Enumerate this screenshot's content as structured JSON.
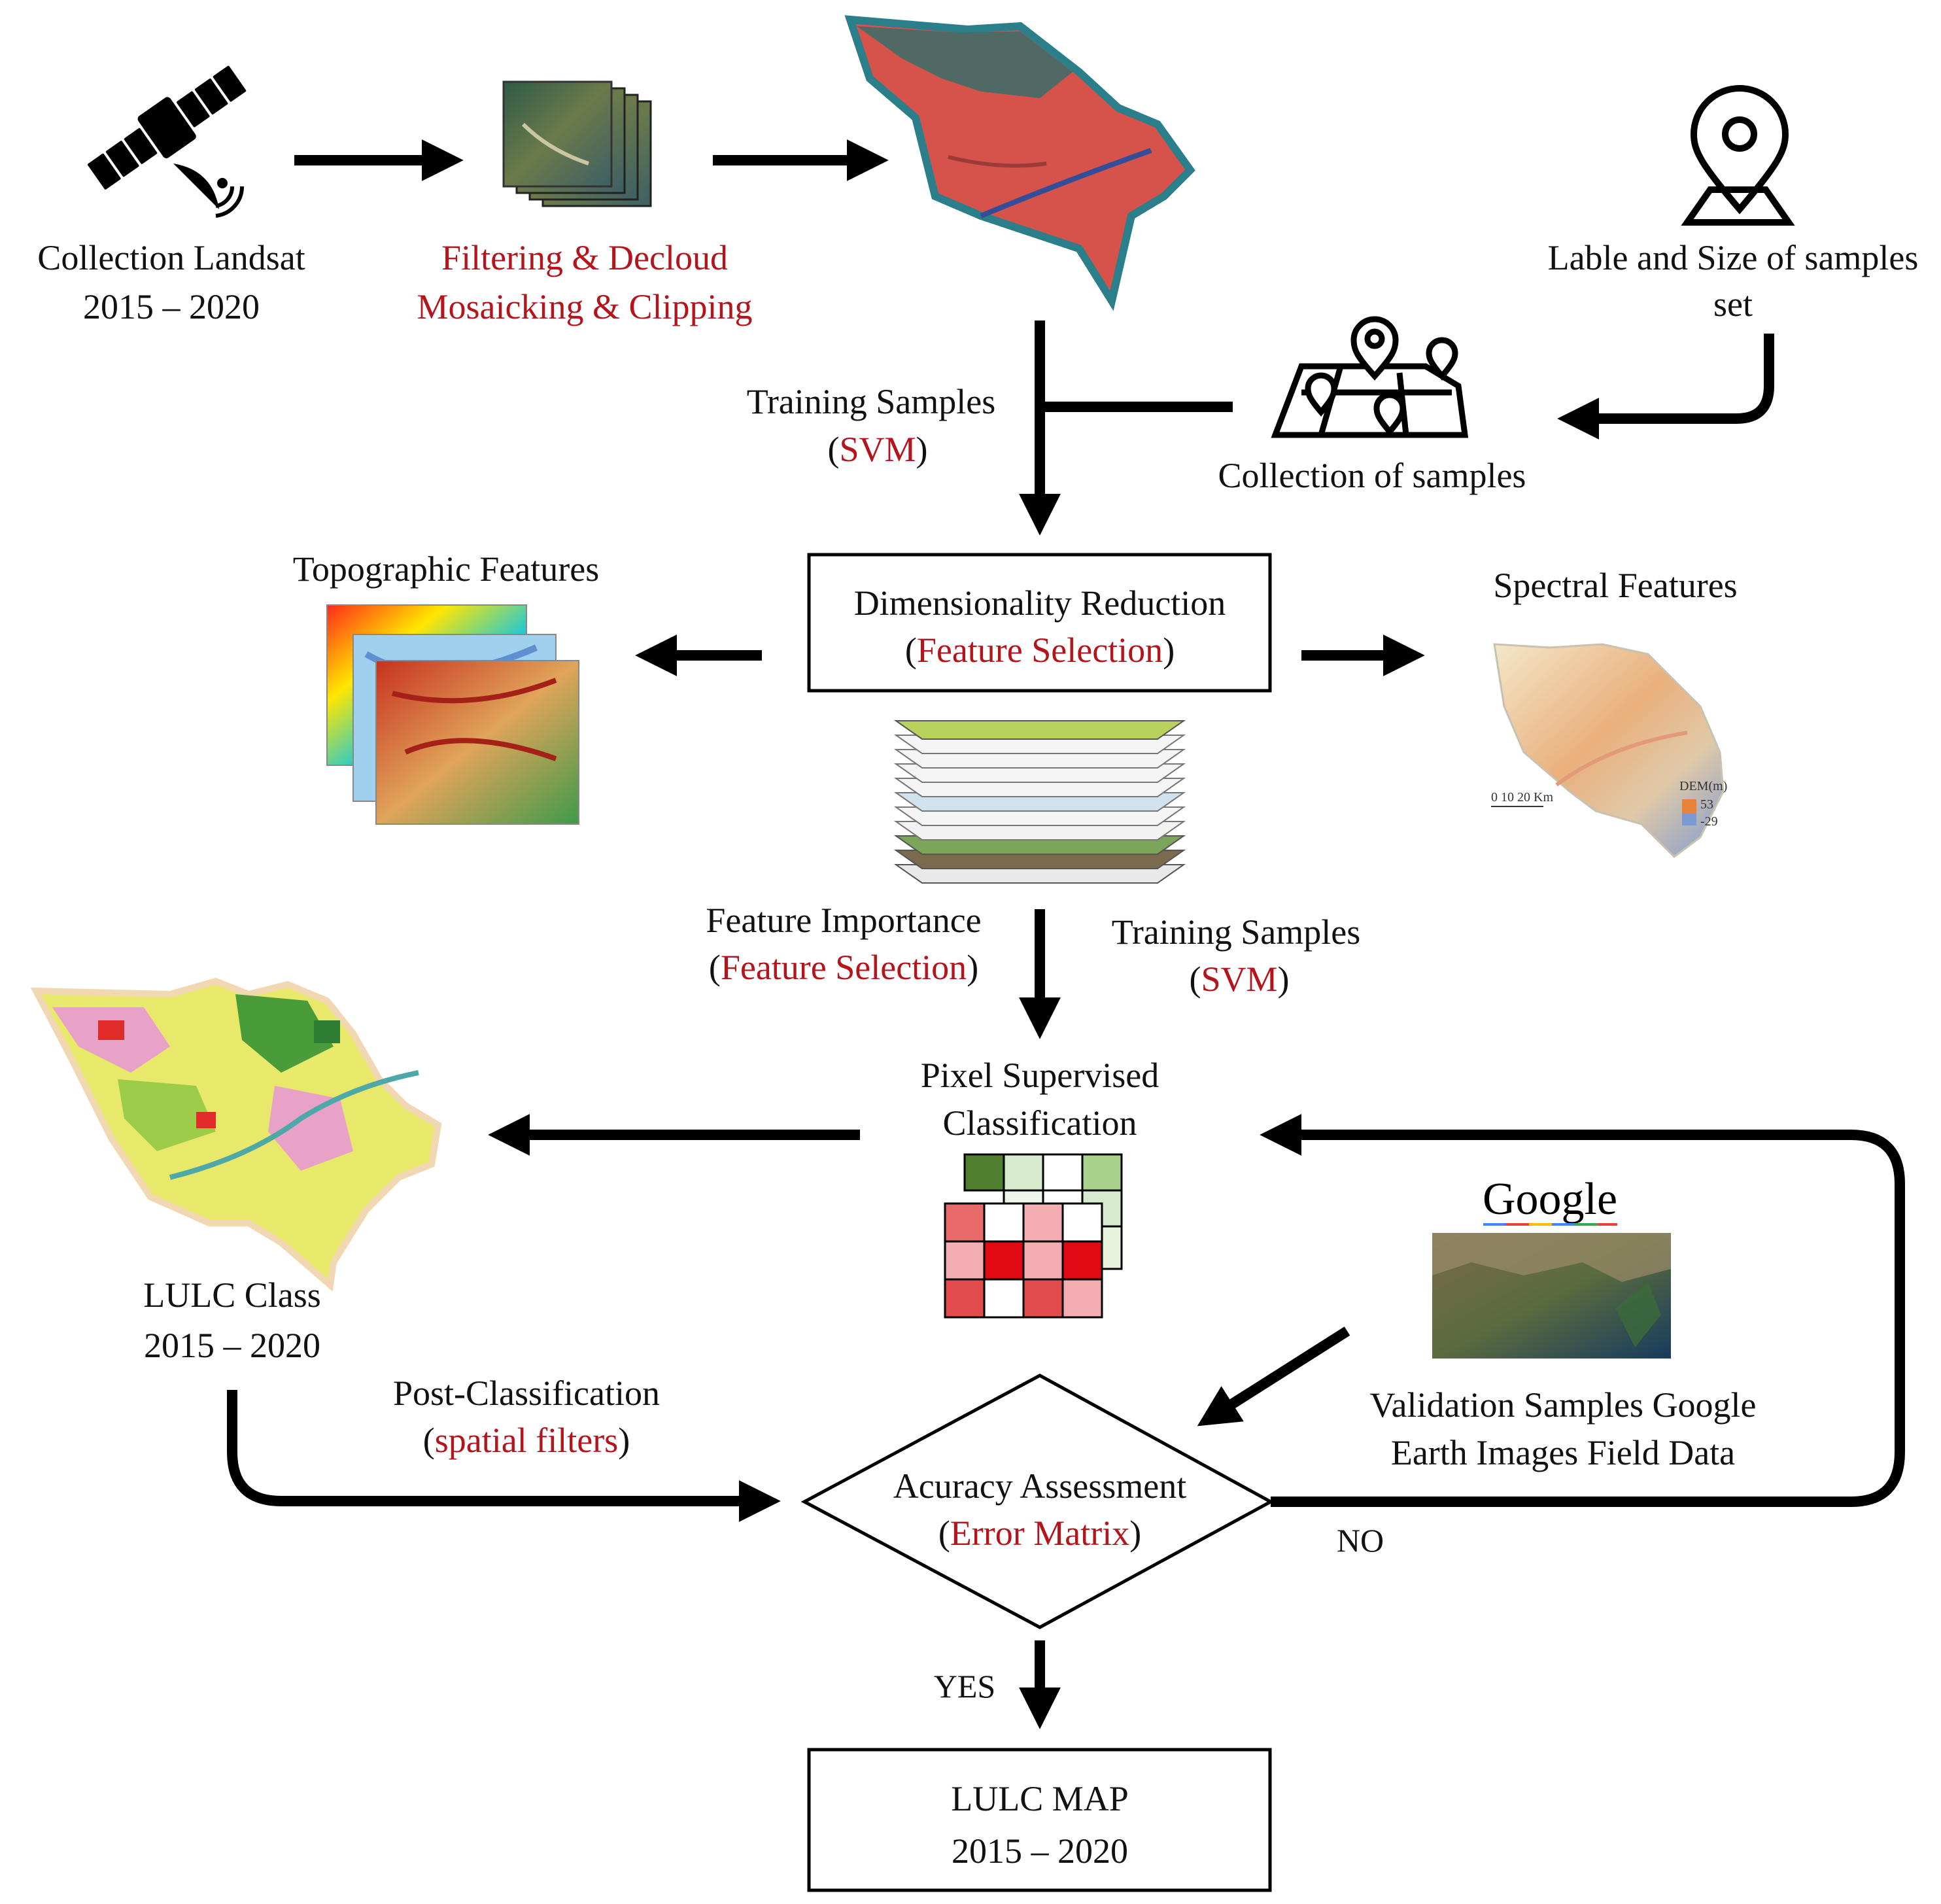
{
  "steps": {
    "collection_landsat": {
      "line1": "Collection Landsat",
      "line2": "2015 – 2020"
    },
    "filtering": {
      "line1": "Filtering & Decloud",
      "line2": "Mosaicking & Clipping"
    },
    "label_size": {
      "line1": "Lable and Size of samples",
      "line2": "set"
    },
    "collection_samples": {
      "label": "Collection of samples"
    },
    "training_samples_top": {
      "line1": "Training Samples",
      "open": "(",
      "method": "SVM",
      "close": ")"
    },
    "dimensionality": {
      "line1": "Dimensionality Reduction",
      "open": "(",
      "method": "Feature Selection",
      "close": ")"
    },
    "topographic": {
      "label": "Topographic Features"
    },
    "spectral": {
      "label": "Spectral Features"
    },
    "feature_importance": {
      "line1": "Feature Importance",
      "open": "(",
      "method": "Feature Selection",
      "close": ")"
    },
    "training_samples_mid": {
      "line1": "Training Samples",
      "open": "(",
      "method": "SVM",
      "close": ")"
    },
    "pixel_classification": {
      "line1": "Pixel Supervised",
      "line2": "Classification"
    },
    "lulc_class": {
      "line1": "LULC Class",
      "line2": "2015 – 2020"
    },
    "post_classification": {
      "line1": "Post-Classification",
      "open": "(",
      "method": "spatial filters",
      "close": ")"
    },
    "validation": {
      "line1": "Validation Samples Google",
      "line2": "Earth Images Field Data"
    },
    "accuracy": {
      "line1": "Acuracy Assessment",
      "open": "(",
      "method": "Error Matrix",
      "close": ")"
    },
    "lulc_map": {
      "line1": "LULC MAP",
      "line2": "2015 – 2020"
    }
  },
  "decisions": {
    "no": "NO",
    "yes": "YES"
  },
  "logos": {
    "google": "Google"
  },
  "legend_dem": {
    "title": "DEM(m)",
    "high": "53",
    "low": "-29",
    "scale": "0   10   20 Km"
  },
  "colors": {
    "accent_red": "#b4151d",
    "stroke": "#000000"
  },
  "icons": [
    "satellite-icon",
    "location-pin-icon",
    "map-pins-icon"
  ]
}
